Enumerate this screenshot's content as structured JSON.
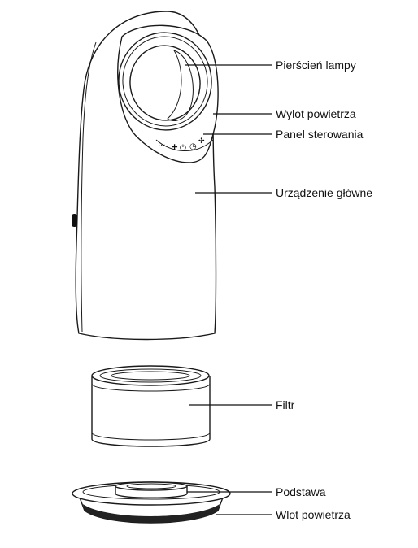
{
  "labels": {
    "lamp_ring": "Pierścień lampy",
    "air_outlet": "Wylot powietrza",
    "control_panel": "Panel sterowania",
    "main_unit": "Urządzenie główne",
    "filter": "Filtr",
    "base": "Podstawa",
    "air_inlet": "Wlot powietrza"
  },
  "control_icons": {
    "dots": "···",
    "plus": "+",
    "power": "⏻",
    "timer": "◷",
    "fan": "✣"
  },
  "colors": {
    "line": "#111111",
    "background": "#ffffff"
  }
}
